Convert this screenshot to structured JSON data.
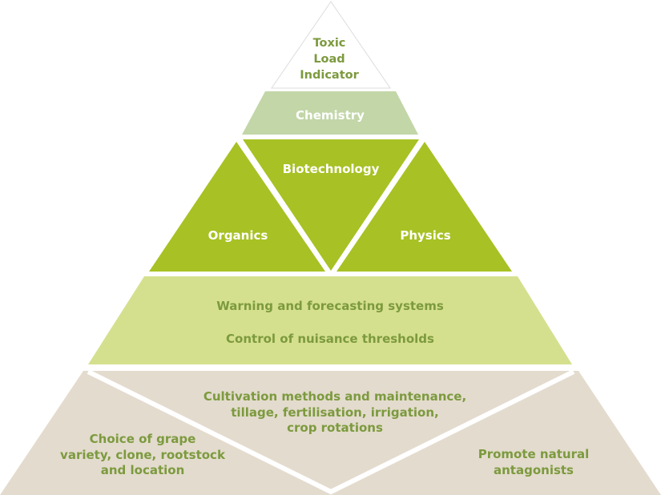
{
  "colors": {
    "top_fill": "#ffffff",
    "top_stroke": "#dcdcdc",
    "chemistry": "#c2d6a8",
    "mid_green": "#a8c124",
    "warning": "#d5e08e",
    "base": "#e3dbcd",
    "text_green": "#7c9a3e",
    "text_white": "#ffffff",
    "divider": "#ffffff"
  },
  "tiers": {
    "top": {
      "lines": [
        "Toxic",
        "Load",
        "Indicator"
      ]
    },
    "chemistry": {
      "label": "Chemistry"
    },
    "biotechnology": {
      "label": "Biotechnology"
    },
    "organics": {
      "label": "Organics"
    },
    "physics": {
      "label": "Physics"
    },
    "warning": {
      "line1": "Warning and forecasting systems",
      "line2": "Control of nuisance thresholds"
    },
    "base": {
      "cultivation": [
        "Cultivation methods and maintenance,",
        "tillage, fertilisation, irrigation,",
        "crop rotations"
      ],
      "grape": [
        "Choice of grape",
        "variety, clone, rootstock",
        "and location"
      ],
      "antagonists": [
        "Promote natural",
        "antagonists"
      ]
    }
  }
}
